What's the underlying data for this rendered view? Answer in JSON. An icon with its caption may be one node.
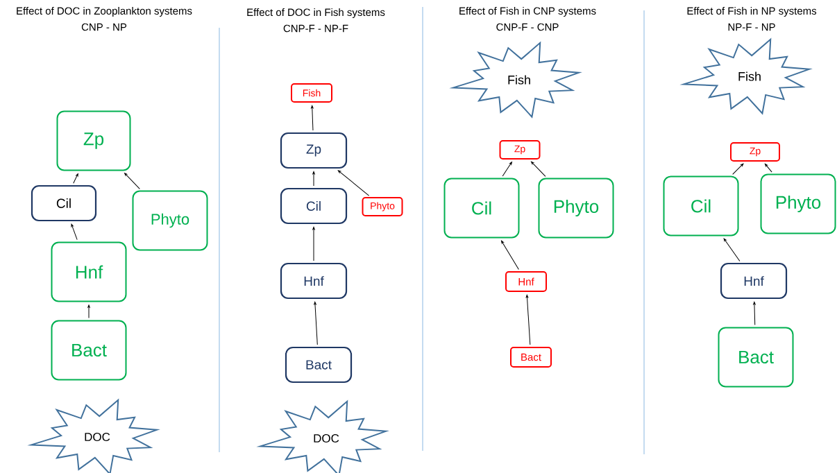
{
  "diagram": {
    "nodes": [
      {
        "text": [
          "Zp"
        ]
      },
      {
        "text": [
          "Cil"
        ]
      },
      {
        "text": [
          "Phyto"
        ]
      },
      {
        "text": [
          "Hnf"
        ]
      },
      {
        "text": [
          "Bact"
        ]
      },
      {
        "text": [
          "DOC"
        ]
      },
      {
        "text": [
          "Fish"
        ]
      },
      {
        "text": [
          "Zp"
        ]
      },
      {
        "text": [
          "Cil"
        ]
      },
      {
        "text": [
          "Phyto"
        ]
      },
      {
        "text": [
          "Hnf"
        ]
      },
      {
        "text": [
          "Bact"
        ]
      },
      {
        "text": [
          "DOC"
        ]
      },
      {
        "text": [
          "Fish"
        ]
      },
      {
        "text": [
          "Zp"
        ]
      },
      {
        "text": [
          "Cil"
        ]
      },
      {
        "text": [
          "Phyto"
        ]
      },
      {
        "text": [
          "Hnf"
        ]
      },
      {
        "text": [
          "Bact"
        ]
      },
      {
        "text": [
          "Fish"
        ]
      },
      {
        "text": [
          "Zp"
        ]
      },
      {
        "text": [
          "Cil"
        ]
      },
      {
        "text": [
          "Phyto"
        ]
      },
      {
        "text": [
          "Hnf"
        ]
      },
      {
        "text": [
          "Bact"
        ]
      }
    ],
    "edges": [
      {
        "from": 1,
        "to": 0,
        "arrow": "to"
      },
      {
        "from": 2,
        "to": 0,
        "arrow": "to"
      },
      {
        "from": 3,
        "to": 1,
        "arrow": "to"
      },
      {
        "from": 4,
        "to": 3,
        "arrow": "to"
      },
      {
        "from": 7,
        "to": 6,
        "arrow": "to"
      },
      {
        "from": 8,
        "to": 7,
        "arrow": "to"
      },
      {
        "from": 9,
        "to": 7,
        "arrow": "to"
      },
      {
        "from": 10,
        "to": 8,
        "arrow": "to"
      },
      {
        "from": 11,
        "to": 10,
        "arrow": "to"
      },
      {
        "from": 15,
        "to": 14,
        "arrow": "to"
      },
      {
        "from": 16,
        "to": 14,
        "arrow": "to"
      },
      {
        "from": 17,
        "to": 15,
        "arrow": "to"
      },
      {
        "from": 18,
        "to": 17,
        "arrow": "to"
      },
      {
        "from": 21,
        "to": 20,
        "arrow": "to"
      },
      {
        "from": 22,
        "to": 20,
        "arrow": "to"
      },
      {
        "from": 23,
        "to": 21,
        "arrow": "to"
      },
      {
        "from": 24,
        "to": 23,
        "arrow": "to"
      }
    ],
    "labels": [
      "Effect of DOC in Zooplankton systems",
      "CNP - NP",
      "Effect of DOC in Fish systems",
      "CNP-F  -  NP-F",
      "Effect of Fish in CNP systems",
      "CNP-F  -  CNP",
      "Effect of Fish in NP systems",
      "NP-F  -  NP"
    ]
  }
}
